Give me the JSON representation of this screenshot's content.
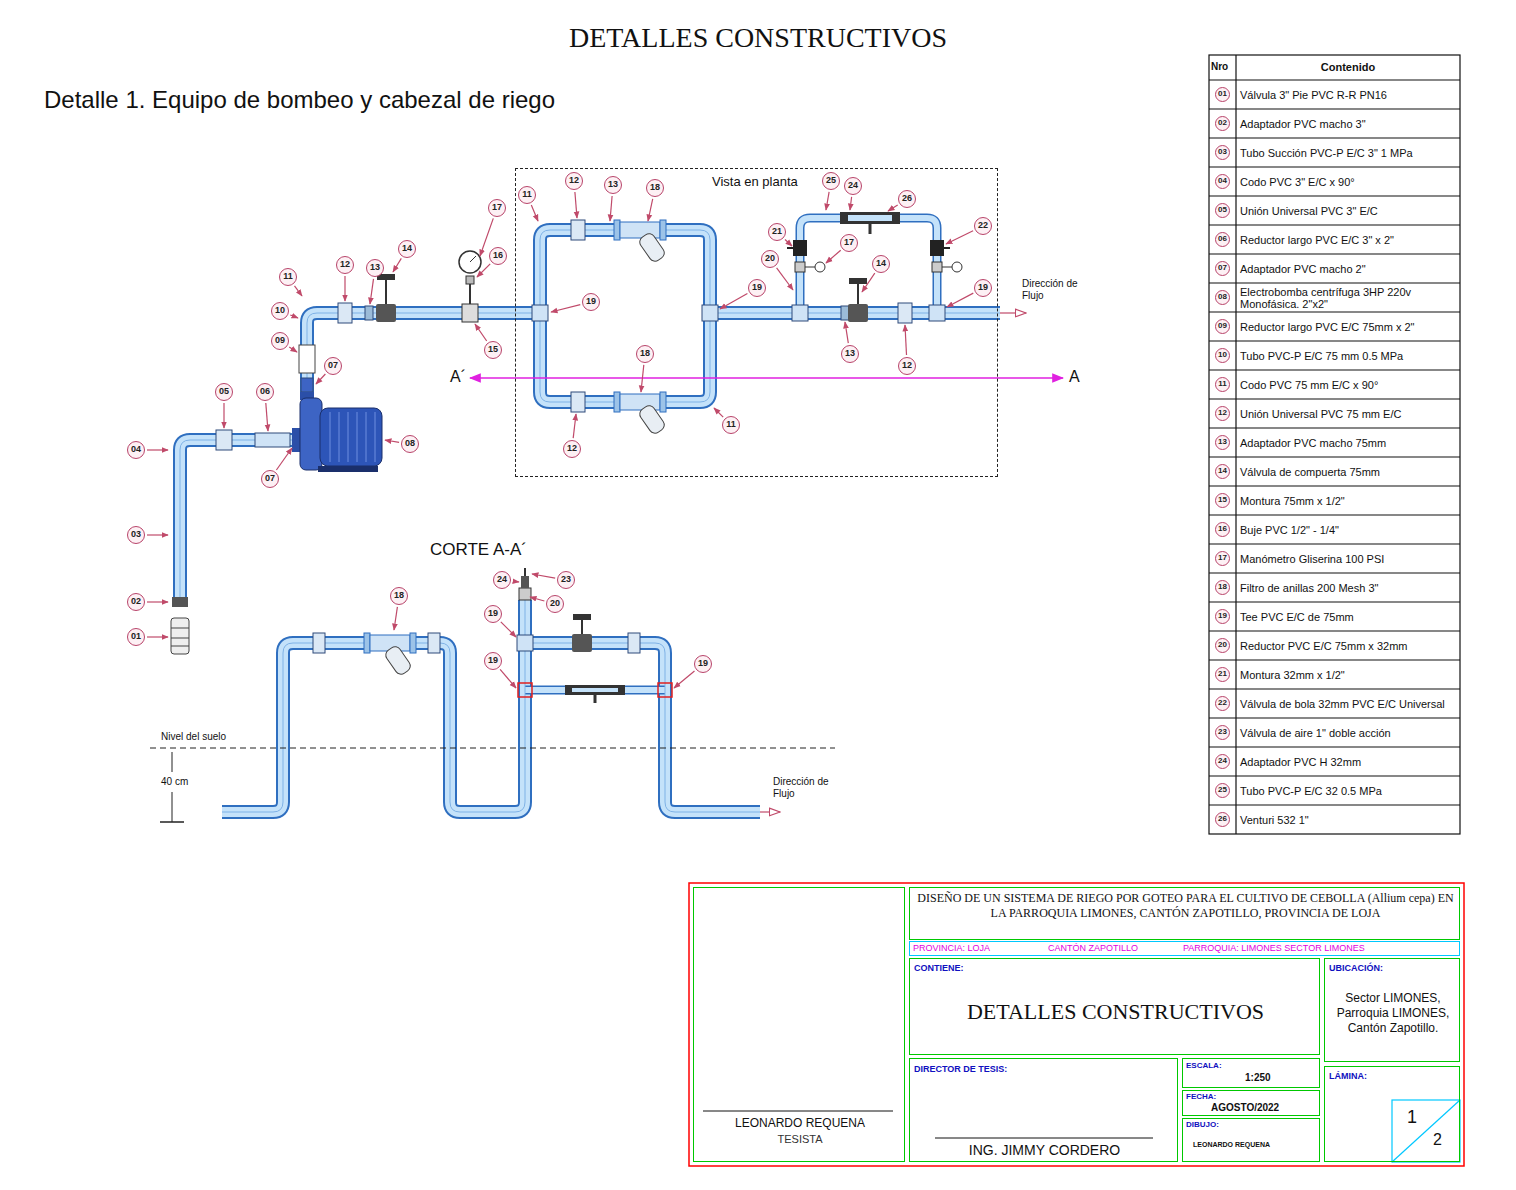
{
  "diagram": {
    "title": "DETALLES CONSTRUCTIVOS",
    "nodes": [
      {
        "text": [
          "Vista en planta"
        ]
      },
      {
        "text": [
          "LEONARDO REQUENA",
          "TESISTA"
        ]
      },
      {
        "text": [
          "DISEÑO DE UN SISTEMA DE RIEGO POR GOTEO PARA EL CULTIVO DE CEBOLLA (Allium cepa) EN LA PARROQUIA LIMONES, CANTÓN ZAPOTILLO, PROVINCIA DE LOJA"
        ]
      },
      {
        "text": [
          "PROVINCIA: LOJA",
          "CANTÓN ZAPOTILLO",
          "PARROQUIA: LIMONES SECTOR LIMONES"
        ]
      },
      {
        "text": [
          "CONTIENE:",
          "DETALLES CONSTRUCTIVOS"
        ]
      },
      {
        "text": [
          "UBICACIÓN:",
          "Sector LIMONES, Parroquia LIMONES, Cantón Zapotillo."
        ]
      },
      {
        "text": [
          "DIRECTOR DE TESIS:",
          "ING. JIMMY CORDERO"
        ]
      },
      {
        "text": [
          "ESCALA:",
          "1:250"
        ]
      },
      {
        "text": [
          "FECHA:",
          "AGOSTO/2022"
        ]
      },
      {
        "text": [
          "DIBUJO:",
          "LEONARDO REQUENA"
        ]
      },
      {
        "text": [
          "LÁMINA:",
          "1",
          "2"
        ]
      }
    ],
    "labels": [
      "Detalle 1. Equipo de bombeo y cabezal de riego",
      "CORTE A-A´",
      "A´",
      "A",
      "Dirección de Flujo",
      "Dirección de Flujo",
      "Nivel del suelo",
      "40 cm",
      "01",
      "02",
      "03",
      "04",
      "05",
      "06",
      "07",
      "07",
      "08",
      "09",
      "10",
      "11",
      "12",
      "13",
      "14",
      "15",
      "16",
      "17",
      "11",
      "12",
      "13",
      "18",
      "19",
      "18",
      "11",
      "12",
      "19",
      "25",
      "24",
      "26",
      "21",
      "17",
      "22",
      "20",
      "14",
      "19",
      "13",
      "12",
      "24",
      "23",
      "18",
      "20",
      "19",
      "19",
      "19",
      "Nro",
      "Contenido",
      "01",
      "Válvula 3\" Pie PVC R-R PN16",
      "02",
      "Adaptador PVC macho 3\"",
      "03",
      "Tubo Succión PVC-P E/C 3\" 1 MPa",
      "04",
      "Codo PVC 3\" E/C x 90°",
      "05",
      "Unión Universal PVC 3\" E/C",
      "06",
      "Reductor largo PVC E/C 3\" x 2\"",
      "07",
      "Adaptador PVC macho 2\"",
      "08",
      "Electrobomba centrífuga 3HP 220v Monofásica. 2\"x2\"",
      "09",
      "Reductor largo PVC E/C 75mm x 2\"",
      "10",
      "Tubo PVC-P E/C 75 mm 0.5 MPa",
      "11",
      "Codo PVC 75 mm E/C x 90°",
      "12",
      "Unión Universal PVC 75 mm E/C",
      "13",
      "Adaptador PVC macho 75mm",
      "14",
      "Válvula de compuerta 75mm",
      "15",
      "Montura 75mm x 1/2\"",
      "16",
      "Buje PVC 1/2\" - 1/4\"",
      "17",
      "Manómetro Gliserina 100 PSI",
      "18",
      "Filtro de anillas 200 Mesh 3\"",
      "19",
      "Tee PVC E/C de 75mm",
      "20",
      "Reductor PVC E/C 75mm x 32mm",
      "21",
      "Montura 32mm x 1/2\"",
      "22",
      "Válvula de bola 32mm PVC E/C Universal",
      "23",
      "Válvula de aire 1\" doble acción",
      "24",
      "Adaptador PVC H 32mm",
      "25",
      "Tubo PVC-P E/C 32 0.5 MPa",
      "26",
      "Venturi 532 1\""
    ]
  }
}
